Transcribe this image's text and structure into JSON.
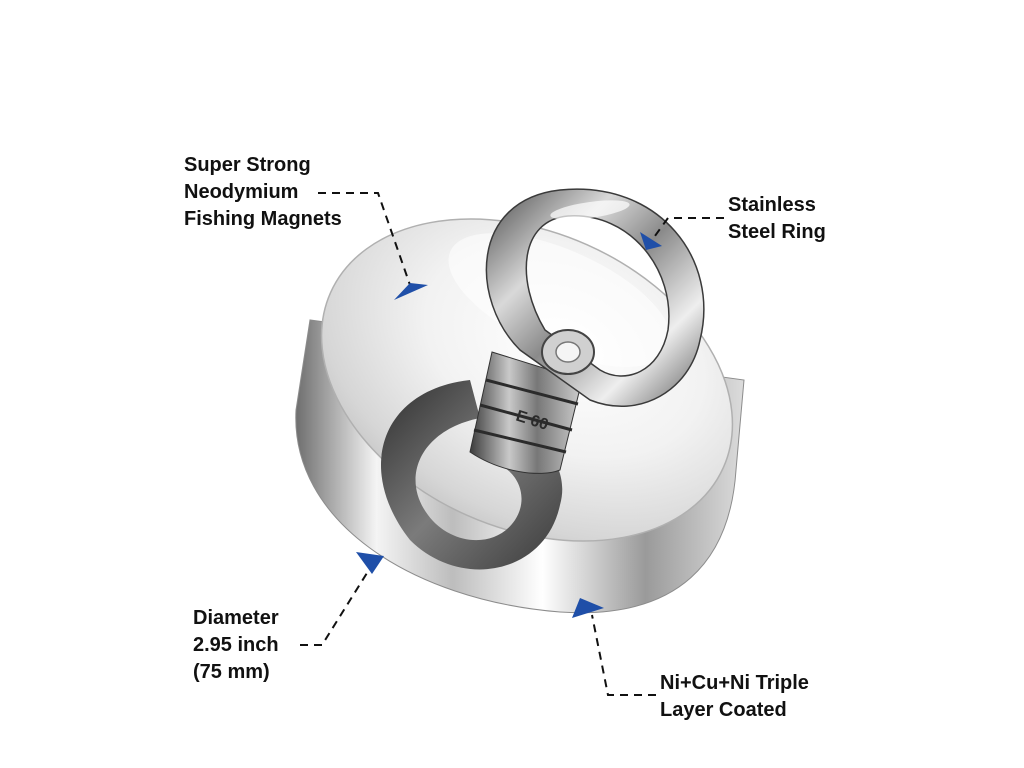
{
  "callouts": {
    "neodymium": {
      "lines": [
        "Super Strong",
        "Neodymium",
        "Fishing Magnets"
      ]
    },
    "ring": {
      "lines": [
        "Stainless",
        "Steel Ring"
      ]
    },
    "diameter": {
      "lines": [
        "Diameter",
        "2.95 inch",
        "(75 mm)"
      ]
    },
    "coating": {
      "lines": [
        "Ni+Cu+Ni Triple",
        "Layer Coated"
      ]
    }
  },
  "colors": {
    "arrow": "#1f4fa8",
    "leader_line": "#111111",
    "text": "#111111",
    "background": "#ffffff"
  },
  "product": {
    "engraving": "E 60"
  }
}
